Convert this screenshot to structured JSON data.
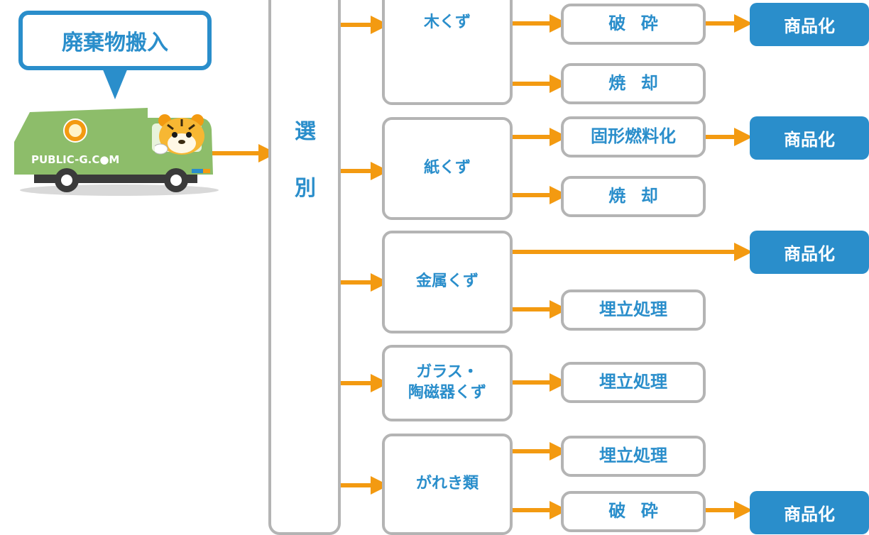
{
  "input": {
    "label": "廃棄物搬入",
    "truck_logo": "PUBLIC-G.C●M"
  },
  "sorting": {
    "line1": "選",
    "line2": "別"
  },
  "categories": [
    {
      "name": "木くず"
    },
    {
      "name": "紙くず"
    },
    {
      "name": "金属くず"
    },
    {
      "name_line1": "ガラス・",
      "name_line2": "陶磁器くず"
    },
    {
      "name": "がれき類"
    }
  ],
  "processes": {
    "crush_1": "破砕",
    "incinerate_1": "焼却",
    "solid_fuel": "固形燃料化",
    "incinerate_2": "焼却",
    "landfill_metal": "埋立処理",
    "landfill_glass": "埋立処理",
    "landfill_debris": "埋立処理",
    "crush_2": "破砕"
  },
  "products": {
    "wood": "商品化",
    "paper": "商品化",
    "metal": "商品化",
    "debris": "商品化"
  },
  "colors": {
    "accent": "#2a8ecb",
    "arrow": "#f39a11",
    "border": "#b4b4b4",
    "truck": "#8dbd6a"
  },
  "icons": [
    "speech-bubble-icon",
    "garbage-truck-icon",
    "tiger-mascot-icon",
    "arrow-right-icon"
  ]
}
